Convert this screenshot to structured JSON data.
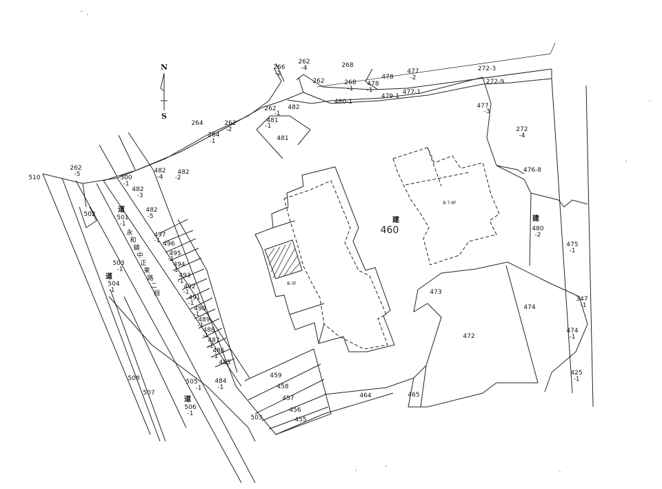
{
  "compass": {
    "north": "N",
    "south": "S"
  },
  "main_parcel": "460",
  "building_char": "建",
  "road_char": "道",
  "road_name_chars": [
    "永",
    "和",
    "鎮",
    "中",
    "正",
    "東",
    "路",
    "二",
    "段"
  ],
  "building_marks": {
    "bldg_a": "B-3F",
    "bldg_b": "B 7-9F"
  },
  "parcels": [
    {
      "id": "p-510",
      "label": "510"
    },
    {
      "id": "p-262-5",
      "label": "262",
      "sub": "-5"
    },
    {
      "id": "p-264",
      "label": "264"
    },
    {
      "id": "p-264-1",
      "label": "264",
      "sub": "-1"
    },
    {
      "id": "p-262-2",
      "label": "262",
      "sub": "-2"
    },
    {
      "id": "p-266-2",
      "label": "266",
      "sub": "-2"
    },
    {
      "id": "p-262-4",
      "label": "262",
      "sub": "-4"
    },
    {
      "id": "p-268",
      "label": "268"
    },
    {
      "id": "p-262",
      "label": "262"
    },
    {
      "id": "p-268-1",
      "label": "268",
      "sub": "-1"
    },
    {
      "id": "p-478-1",
      "label": "478",
      "sub": "-1"
    },
    {
      "id": "p-478",
      "label": "478"
    },
    {
      "id": "p-477-2",
      "label": "477",
      "sub": "-2"
    },
    {
      "id": "p-272-3",
      "label": "272-3"
    },
    {
      "id": "p-272-9",
      "label": "272-9"
    },
    {
      "id": "p-480-1",
      "label": "480-1"
    },
    {
      "id": "p-479-1",
      "label": "479-1"
    },
    {
      "id": "p-477-1",
      "label": "477-1"
    },
    {
      "id": "p-262-1",
      "label": "262",
      "sub": "-1"
    },
    {
      "id": "p-482",
      "label": "482"
    },
    {
      "id": "p-481-1",
      "label": "481",
      "sub": "-1"
    },
    {
      "id": "p-481",
      "label": "481"
    },
    {
      "id": "p-477-3",
      "label": "477",
      "sub": "-3"
    },
    {
      "id": "p-272-4",
      "label": "272",
      "sub": "-4"
    },
    {
      "id": "p-476-8",
      "label": "476-8"
    },
    {
      "id": "p-500",
      "label": "500"
    },
    {
      "id": "p-482-4",
      "label": "482",
      "sub": "-4"
    },
    {
      "id": "p-482-2",
      "label": "482",
      "sub": "-2"
    },
    {
      "id": "p-482-3",
      "label": "482",
      "sub": "-3"
    },
    {
      "id": "p-482-5",
      "label": "482",
      "sub": "-5"
    },
    {
      "id": "p-502",
      "label": "502"
    },
    {
      "id": "p-501-1",
      "label": "501",
      "sub": "-1"
    },
    {
      "id": "p-497-1",
      "label": "497",
      "sub": "-1"
    },
    {
      "id": "p-496",
      "label": "496"
    },
    {
      "id": "p-495-1",
      "label": "495",
      "sub": "-1"
    },
    {
      "id": "p-494-1",
      "label": "494",
      "sub": "-1"
    },
    {
      "id": "p-493-1",
      "label": "493",
      "sub": "-1"
    },
    {
      "id": "p-492-1",
      "label": "492",
      "sub": "-1"
    },
    {
      "id": "p-491-1",
      "label": "491",
      "sub": "-1"
    },
    {
      "id": "p-490-1",
      "label": "490",
      "sub": "-1"
    },
    {
      "id": "p-489-1",
      "label": "489",
      "sub": "-1"
    },
    {
      "id": "p-488-1",
      "label": "488",
      "sub": "-1"
    },
    {
      "id": "p-487-1",
      "label": "487",
      "sub": "-1"
    },
    {
      "id": "p-486-1",
      "label": "486",
      "sub": "-1"
    },
    {
      "id": "p-485",
      "label": "485"
    },
    {
      "id": "p-484-1",
      "label": "484",
      "sub": "-1"
    },
    {
      "id": "p-503-1",
      "label": "503",
      "sub": "-1"
    },
    {
      "id": "p-504-1",
      "label": "504",
      "sub": "-1"
    },
    {
      "id": "p-505-1",
      "label": "505",
      "sub": "-1"
    },
    {
      "id": "p-506-1",
      "label": "506",
      "sub": "-1"
    },
    {
      "id": "p-508",
      "label": "508"
    },
    {
      "id": "p-507",
      "label": "507"
    },
    {
      "id": "p-503",
      "label": "503"
    },
    {
      "id": "p-459",
      "label": "459"
    },
    {
      "id": "p-458",
      "label": "458"
    },
    {
      "id": "p-457",
      "label": "457"
    },
    {
      "id": "p-456",
      "label": "456"
    },
    {
      "id": "p-455",
      "label": "455"
    },
    {
      "id": "p-464",
      "label": "464"
    },
    {
      "id": "p-465",
      "label": "465"
    },
    {
      "id": "p-472",
      "label": "472"
    },
    {
      "id": "p-473",
      "label": "473"
    },
    {
      "id": "p-474",
      "label": "474"
    },
    {
      "id": "p-474-1",
      "label": "474",
      "sub": "-1"
    },
    {
      "id": "p-480-2",
      "label": "480",
      "sub": "-2"
    },
    {
      "id": "p-475-1",
      "label": "475",
      "sub": "-1"
    },
    {
      "id": "p-347-1",
      "label": "347",
      "sub": "-1"
    },
    {
      "id": "p-425-1",
      "label": "425",
      "sub": "-1"
    }
  ]
}
